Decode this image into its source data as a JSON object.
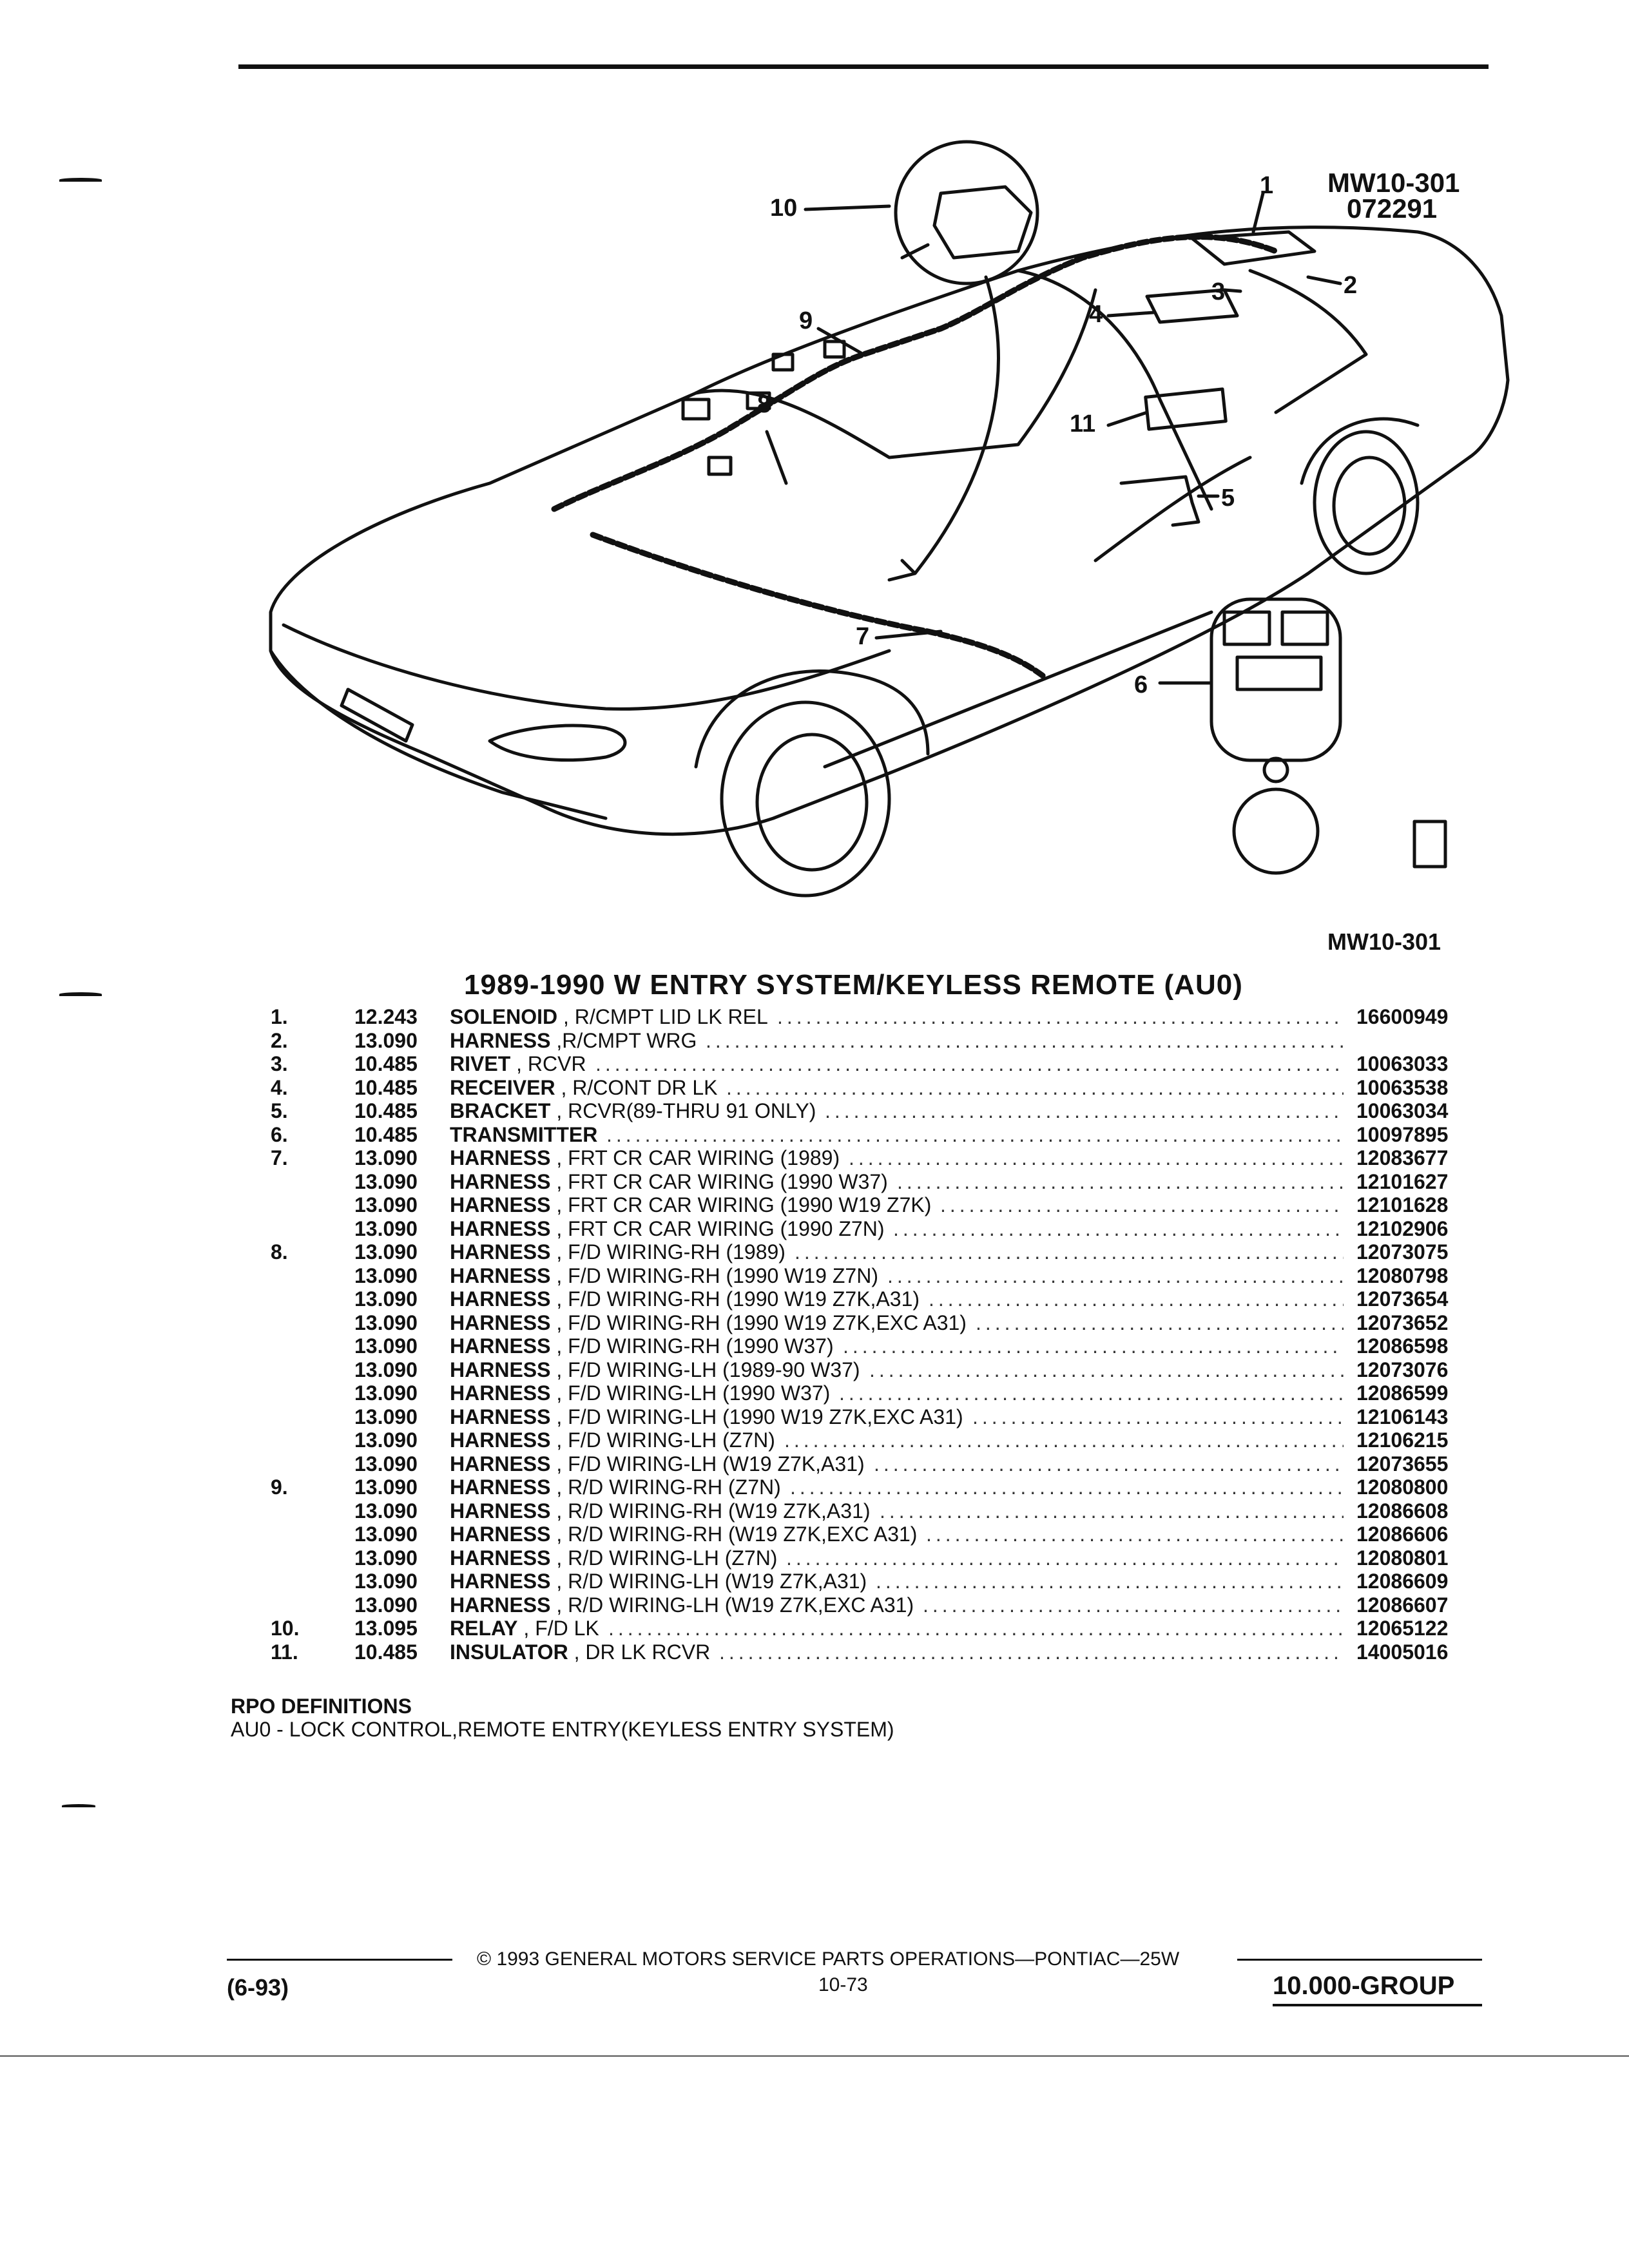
{
  "diagram": {
    "code_top": "MW10-301",
    "date_code": "072291",
    "code_bottom": "MW10-301",
    "callouts": [
      "1",
      "2",
      "3",
      "4",
      "5",
      "6",
      "7",
      "8",
      "9",
      "10",
      "11"
    ]
  },
  "title": "1989-1990 W ENTRY SYSTEM/KEYLESS REMOTE (AU0)",
  "parts": [
    {
      "item": "1.",
      "group": "12.243",
      "name": "SOLENOID",
      "desc": ", R/CMPT LID LK REL",
      "pn": "16600949"
    },
    {
      "item": "2.",
      "group": "13.090",
      "name": "HARNESS",
      "desc": ",R/CMPT WRG",
      "pn": ""
    },
    {
      "item": "3.",
      "group": "10.485",
      "name": "RIVET",
      "desc": ", RCVR",
      "pn": "10063033"
    },
    {
      "item": "4.",
      "group": "10.485",
      "name": "RECEIVER",
      "desc": ", R/CONT DR LK",
      "pn": "10063538"
    },
    {
      "item": "5.",
      "group": "10.485",
      "name": "BRACKET",
      "desc": ", RCVR(89-THRU 91 ONLY)",
      "pn": "10063034"
    },
    {
      "item": "6.",
      "group": "10.485",
      "name": "TRANSMITTER",
      "desc": "",
      "pn": "10097895"
    },
    {
      "item": "7.",
      "group": "13.090",
      "name": "HARNESS",
      "desc": ", FRT CR CAR WIRING (1989)",
      "pn": "12083677"
    },
    {
      "item": "",
      "group": "13.090",
      "name": "HARNESS",
      "desc": ", FRT CR CAR WIRING (1990 W37)",
      "pn": "12101627"
    },
    {
      "item": "",
      "group": "13.090",
      "name": "HARNESS",
      "desc": ", FRT CR CAR WIRING (1990 W19 Z7K)",
      "pn": "12101628"
    },
    {
      "item": "",
      "group": "13.090",
      "name": "HARNESS",
      "desc": ", FRT CR CAR WIRING (1990 Z7N)",
      "pn": "12102906"
    },
    {
      "item": "8.",
      "group": "13.090",
      "name": "HARNESS",
      "desc": ", F/D WIRING-RH (1989)",
      "pn": "12073075"
    },
    {
      "item": "",
      "group": "13.090",
      "name": "HARNESS",
      "desc": ", F/D WIRING-RH (1990 W19 Z7N)",
      "pn": "12080798"
    },
    {
      "item": "",
      "group": "13.090",
      "name": "HARNESS",
      "desc": ", F/D WIRING-RH (1990 W19 Z7K,A31)",
      "pn": "12073654"
    },
    {
      "item": "",
      "group": "13.090",
      "name": "HARNESS",
      "desc": ", F/D WIRING-RH (1990 W19 Z7K,EXC A31)",
      "pn": "12073652"
    },
    {
      "item": "",
      "group": "13.090",
      "name": "HARNESS",
      "desc": ", F/D WIRING-RH (1990 W37)",
      "pn": "12086598"
    },
    {
      "item": "",
      "group": "13.090",
      "name": "HARNESS",
      "desc": ", F/D WIRING-LH (1989-90 W37)",
      "pn": "12073076"
    },
    {
      "item": "",
      "group": "13.090",
      "name": "HARNESS",
      "desc": ", F/D WIRING-LH (1990 W37)",
      "pn": "12086599"
    },
    {
      "item": "",
      "group": "13.090",
      "name": "HARNESS",
      "desc": ", F/D WIRING-LH (1990 W19 Z7K,EXC A31)",
      "pn": "12106143"
    },
    {
      "item": "",
      "group": "13.090",
      "name": "HARNESS",
      "desc": ", F/D WIRING-LH (Z7N)",
      "pn": "12106215"
    },
    {
      "item": "",
      "group": "13.090",
      "name": "HARNESS",
      "desc": ", F/D WIRING-LH (W19 Z7K,A31)",
      "pn": "12073655"
    },
    {
      "item": "9.",
      "group": "13.090",
      "name": "HARNESS",
      "desc": ", R/D WIRING-RH (Z7N)",
      "pn": "12080800"
    },
    {
      "item": "",
      "group": "13.090",
      "name": "HARNESS",
      "desc": ", R/D WIRING-RH (W19 Z7K,A31)",
      "pn": "12086608"
    },
    {
      "item": "",
      "group": "13.090",
      "name": "HARNESS",
      "desc": ", R/D WIRING-RH (W19 Z7K,EXC A31)",
      "pn": "12086606"
    },
    {
      "item": "",
      "group": "13.090",
      "name": "HARNESS",
      "desc": ", R/D WIRING-LH (Z7N)",
      "pn": "12080801"
    },
    {
      "item": "",
      "group": "13.090",
      "name": "HARNESS",
      "desc": ", R/D WIRING-LH (W19 Z7K,A31)",
      "pn": "12086609"
    },
    {
      "item": "",
      "group": "13.090",
      "name": "HARNESS",
      "desc": ", R/D WIRING-LH (W19 Z7K,EXC A31)",
      "pn": "12086607"
    },
    {
      "item": "10.",
      "group": "13.095",
      "name": "RELAY",
      "desc": ", F/D LK",
      "pn": "12065122"
    },
    {
      "item": "11.",
      "group": "10.485",
      "name": "INSULATOR",
      "desc": ", DR LK RCVR",
      "pn": "14005016"
    }
  ],
  "rpo": {
    "heading": "RPO DEFINITIONS",
    "definition": "AU0 - LOCK CONTROL,REMOTE ENTRY(KEYLESS ENTRY SYSTEM)"
  },
  "footer": {
    "copyright": "© 1993 GENERAL MOTORS SERVICE PARTS OPERATIONS—PONTIAC—25W",
    "date": "(6-93)",
    "page": "10-73",
    "group": "10.000-GROUP"
  }
}
